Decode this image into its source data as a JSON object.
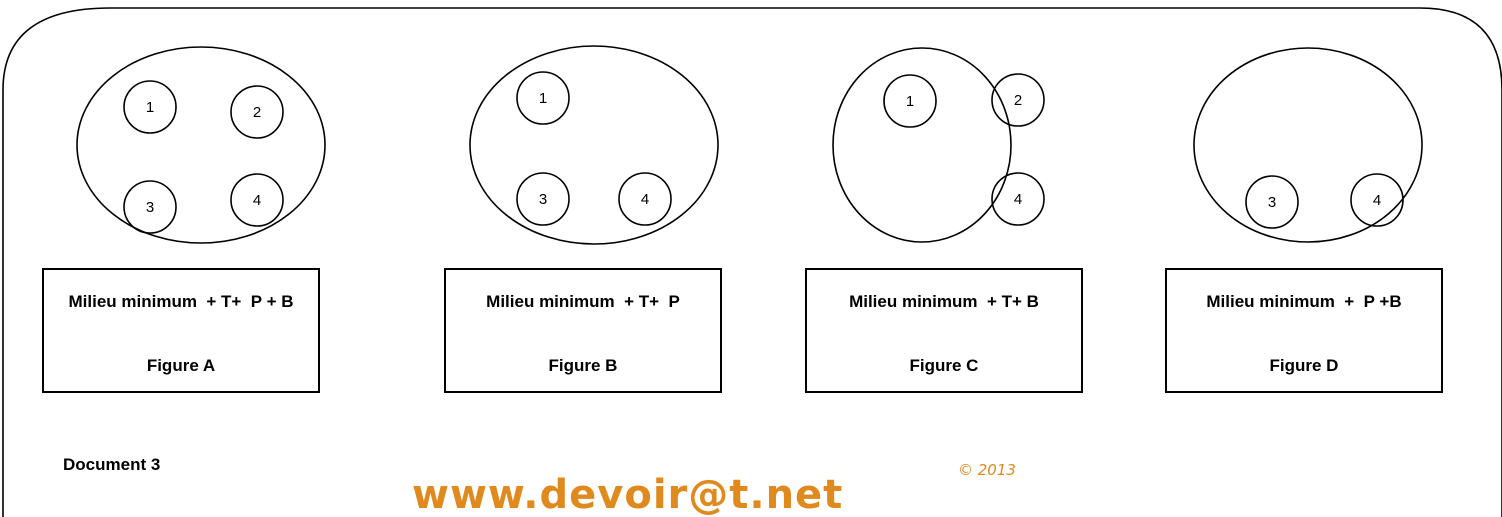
{
  "figures": [
    {
      "medium": "Milieu minimum  + T+  P + B",
      "label": "Figure A",
      "colonies": [
        {
          "label": "1",
          "pos": "top-left"
        },
        {
          "label": "2",
          "pos": "top-right"
        },
        {
          "label": "3",
          "pos": "bottom-left"
        },
        {
          "label": "4",
          "pos": "bottom-right"
        }
      ]
    },
    {
      "medium": "Milieu minimum  + T+  P",
      "label": "Figure B",
      "colonies": [
        {
          "label": "1",
          "pos": "top-left"
        },
        {
          "label": "3",
          "pos": "bottom-left"
        },
        {
          "label": "4",
          "pos": "bottom-right"
        }
      ]
    },
    {
      "medium": "Milieu minimum  + T+ B",
      "label": "Figure C",
      "colonies": [
        {
          "label": "1",
          "pos": "top-left"
        },
        {
          "label": "2",
          "pos": "top-right"
        },
        {
          "label": "4",
          "pos": "bottom-right"
        }
      ]
    },
    {
      "medium": "Milieu minimum  +  P +B",
      "label": "Figure D",
      "colonies": [
        {
          "label": "3",
          "pos": "bottom-left"
        },
        {
          "label": "4",
          "pos": "bottom-right"
        }
      ]
    }
  ],
  "document_label": "Document 3",
  "watermark": {
    "text": "www.devoir@t.net",
    "year": "© 2013",
    "color": "#e08a1e"
  }
}
